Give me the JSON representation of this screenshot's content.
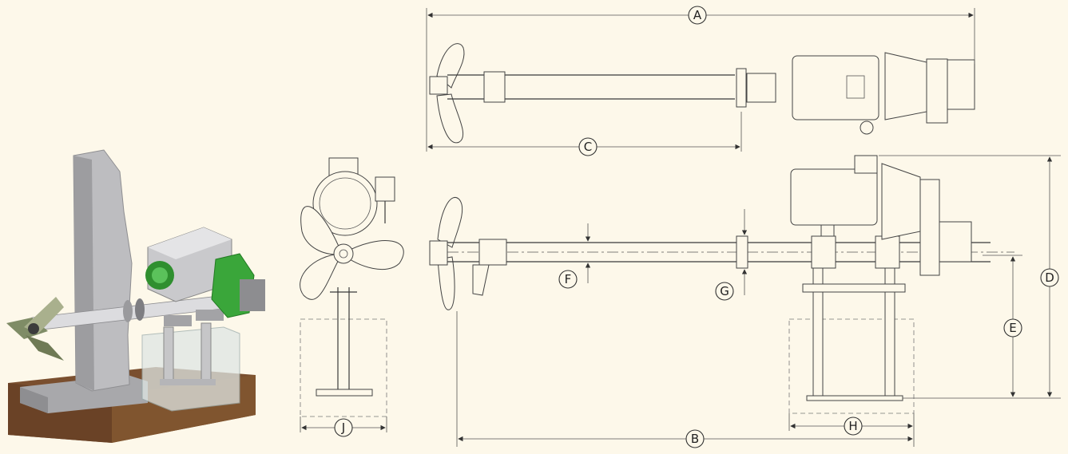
{
  "dimension_labels": {
    "a": "A",
    "b": "B",
    "c": "C",
    "d": "D",
    "e": "E",
    "f": "F",
    "g": "G",
    "h": "H",
    "j": "J"
  },
  "colors": {
    "background": "#fdf8ea",
    "wall": "#b9b9bc",
    "soil": "#7a4f2f",
    "motor_guard": "#3aa63a"
  }
}
